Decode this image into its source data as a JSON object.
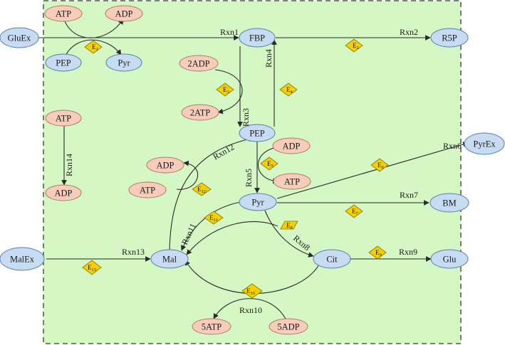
{
  "colors": {
    "compartment_fill": "#d4f7c4",
    "compartment_border": "#2f3f2f",
    "metabolite_fill": "#c7dcf3",
    "metabolite_stroke": "#5a7fb0",
    "cofactor_fill": "#f6cdbb",
    "cofactor_stroke": "#b07a66",
    "enzyme_fill": "#f5d000",
    "enzyme_stroke": "#8a7400",
    "edge": "#2a2a2a"
  },
  "metabolites": {
    "gluex": "GluEx",
    "fbp": "FBP",
    "r5p": "R5P",
    "pep_small": "PEP",
    "pyr_small": "Pyr",
    "pep": "PEP",
    "pyrex": "PyrEx",
    "pyr": "Pyr",
    "bm": "BM",
    "malex": "MalEx",
    "mal": "Mal",
    "cit": "Cit",
    "glu": "Glu"
  },
  "cofactors": {
    "atp_e1": "ATP",
    "adp_e1": "ADP",
    "adp2_e3": "2ADP",
    "atp2_e3": "2ATP",
    "atp_rxn14": "ATP",
    "adp_rxn14": "ADP",
    "adp_e5": "ADP",
    "atp_e5": "ATP",
    "adp_e12": "ADP",
    "atp_e12": "ATP",
    "atp5_e10": "5ATP",
    "adp5_e10": "5ADP"
  },
  "enzymes": {
    "e1": {
      "base": "E",
      "sub": "1"
    },
    "e2": {
      "base": "E",
      "sub": "2"
    },
    "e3": {
      "base": "E",
      "sub": "3"
    },
    "e4": {
      "base": "E",
      "sub": "4"
    },
    "e5": {
      "base": "E",
      "sub": "5"
    },
    "e6": {
      "base": "E",
      "sub": "6"
    },
    "e7": {
      "base": "E",
      "sub": "7"
    },
    "e8": {
      "base": "E",
      "sub": "8"
    },
    "e9": {
      "base": "E",
      "sub": "9"
    },
    "e10": {
      "base": "E",
      "sub": "10"
    },
    "e11": {
      "base": "E",
      "sub": "11"
    },
    "e12": {
      "base": "E",
      "sub": "12"
    },
    "e13": {
      "base": "E",
      "sub": "13"
    }
  },
  "reactions": {
    "rxn1": "Rxn1",
    "rxn2": "Rxn2",
    "rxn3": "Rxn3",
    "rxn4": "Rxn4",
    "rxn5": "Rxn5",
    "rxn6": "Rxn6",
    "rxn7": "Rxn7",
    "rxn8": "Rxn8",
    "rxn9": "Rxn9",
    "rxn10": "Rxn10",
    "rxn11": "Rxn11",
    "rxn12": "Rxn12",
    "rxn13": "Rxn13",
    "rxn14": "Rxn14"
  }
}
